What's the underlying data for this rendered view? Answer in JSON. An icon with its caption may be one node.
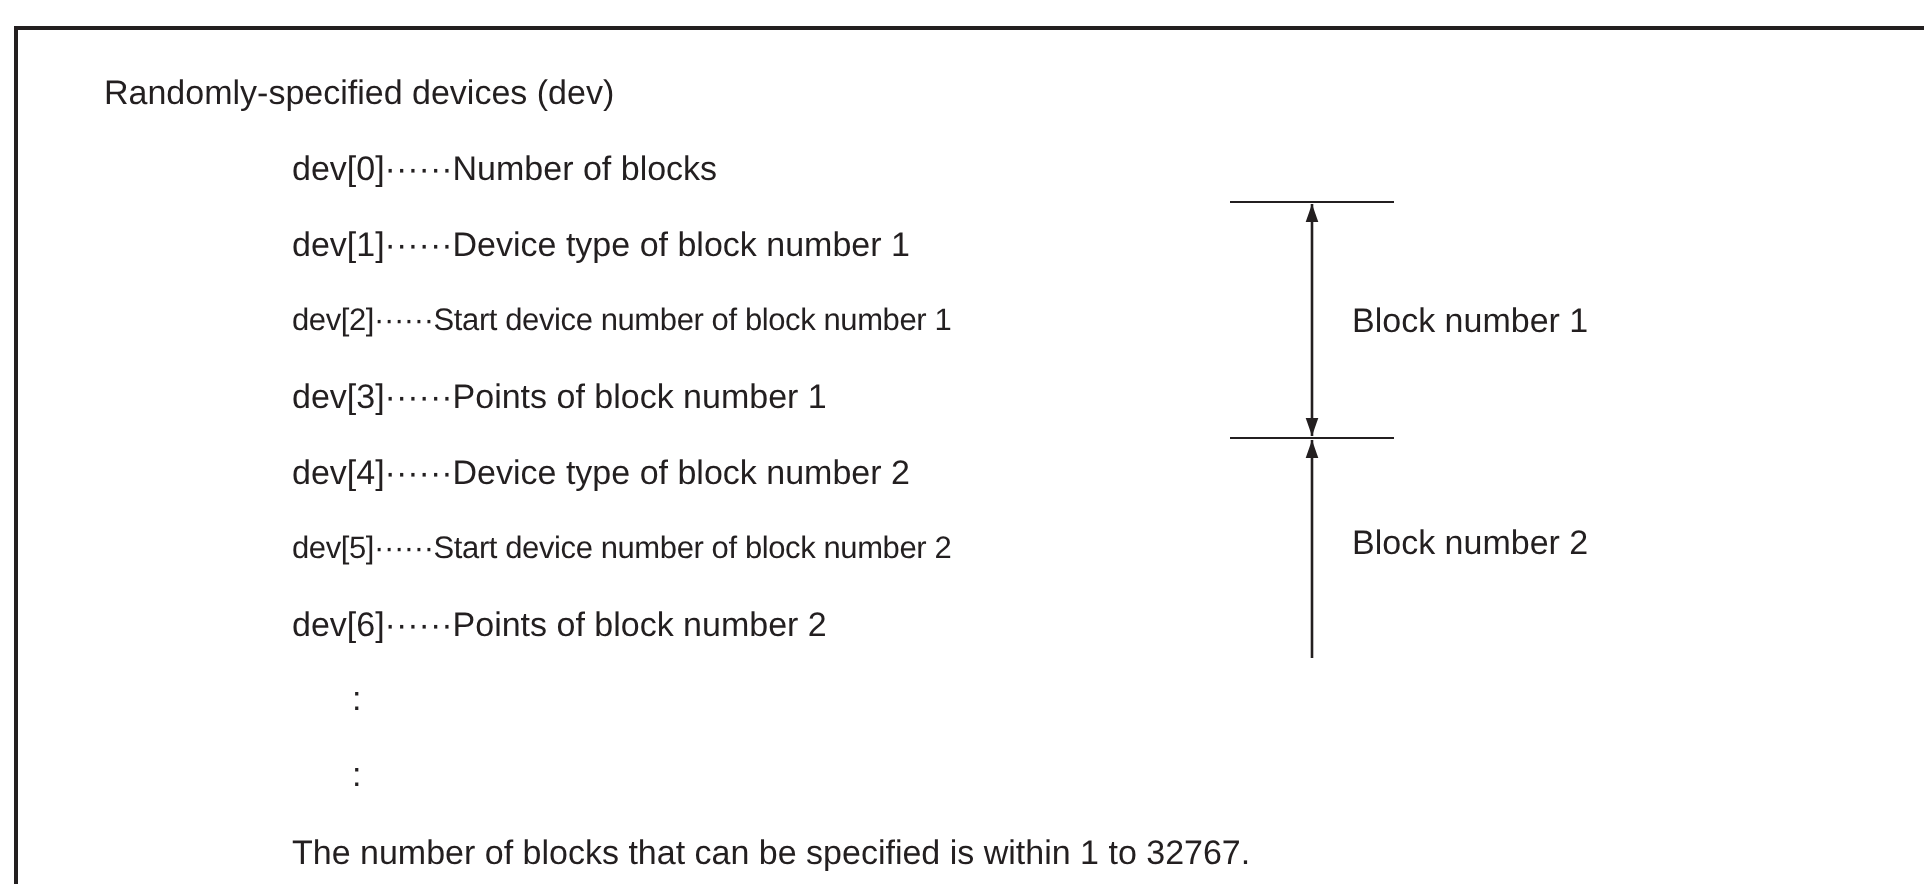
{
  "diagram": {
    "labels": [
      "Randomly-specified devices (dev)",
      "dev[0]······Number of blocks",
      "dev[1]······Device type of block number 1",
      "dev[2]······Start device number of block number 1",
      "Block number 1",
      "dev[3]······Points of block number 1",
      "dev[4]······Device type of block number 2",
      "dev[5]······Start device number of block number 2",
      "Block number 2",
      "dev[6]······Points of block number 2",
      ":",
      ":",
      "The number of blocks that can be specified is within 1 to 32767."
    ]
  }
}
